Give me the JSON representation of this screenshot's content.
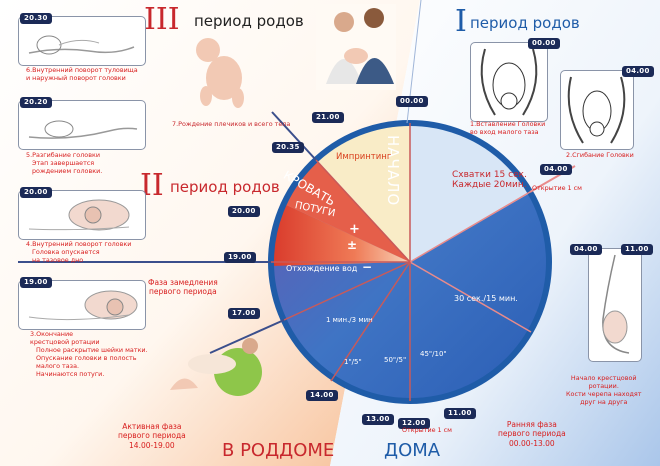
{
  "headers": {
    "period3_numeral": "III",
    "period3_text": "период родов",
    "period1_numeral": "I",
    "period1_text": "период родов",
    "period2_numeral": "II",
    "period2_text": "период родов"
  },
  "bottom": {
    "hospital": "В РОДДОМЕ",
    "home": "ДОМА"
  },
  "times": {
    "t2030a": "20.30",
    "t2020": "20.20",
    "t2000a": "20.00",
    "t1900a": "19.00",
    "t0000a": "00.00",
    "t0400a": "04.00",
    "t0400b": "04.00",
    "t1100a": "11.00",
    "t2100": "21.00",
    "t0000b": "00.00",
    "t2035": "20.35",
    "t2000b": "20.00",
    "t1900b": "19.00",
    "t1700": "17.00",
    "t1400": "14.00",
    "t1300": "13.00",
    "t1200": "12.00",
    "t1100b": "11.00",
    "t0400c": "04.00"
  },
  "captions": {
    "c6": [
      "6.Внутренний поворот туловища",
      "и наружный поворот головки"
    ],
    "c5": [
      "5.Разгибание головки",
      "Этап завершается",
      "рождением головки."
    ],
    "c4": [
      "4.Внутренний поворот головки",
      "Головка опускается",
      "на тазовое дно"
    ],
    "c3": [
      "3.Окончание",
      "крестцовой ротации",
      "Полное раскрытие шейки матки.",
      "Опускание головки в полость",
      "малого таза.",
      "Начинаются потуги."
    ],
    "c7": "7.Рождение плечиков и всего тела",
    "c1": [
      "1.Вставление Головки",
      "во вход малого таза"
    ],
    "c2": "2.Сгибание Головки",
    "open1a": "Открытие 1 см",
    "open1b": "Открытие 1 см",
    "sacral": [
      "Начало крестцовой",
      "ротации.",
      "Кости черепа находят",
      "друг на друга"
    ],
    "slow": [
      "Фаза замедления",
      "первого периода"
    ],
    "active": [
      "Активная фаза",
      "первого периода",
      "14.00-19.00"
    ],
    "early": [
      "Ранняя фаза",
      "первого периода",
      "00.00-13.00"
    ]
  },
  "wheel": {
    "start": "НАЧАЛО",
    "bed": "КРОВАТЬ",
    "push": "ПОТУГИ",
    "plus": "+",
    "plusminus": "±",
    "minus": "−",
    "imprinting": "Импринтинг",
    "contractions": [
      "Схватки 15 сек.",
      "Каждые 20мин."
    ],
    "waters": "Отхождение вод",
    "s30_15": "30 сек./15 мин.",
    "m1_3": "1 мин./3 мин",
    "s45_10": "45\"/10\"",
    "s50_5": "50\"/5\"",
    "s1_5": "1\"/5\""
  },
  "colors": {
    "red": "#c8282d",
    "blue": "#1f5ca8",
    "dark": "#1b2a57"
  }
}
